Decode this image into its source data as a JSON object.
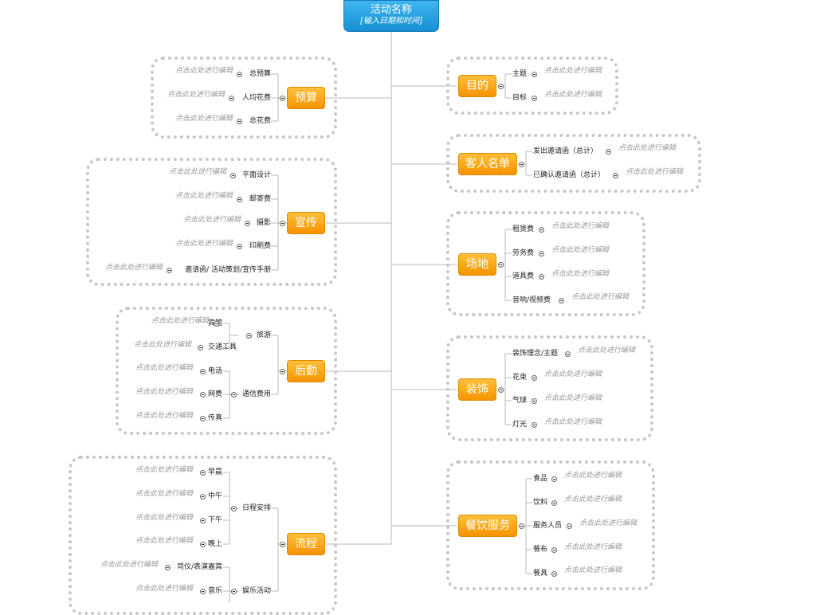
{
  "root": {
    "title": "活动名称",
    "subtitle": "[输入日期和时间]"
  },
  "placeholder": "点击此处进行编辑",
  "branches": {
    "budget": {
      "label": "预算",
      "items": [
        "总预算",
        "人均花费",
        "总花费"
      ]
    },
    "publicity": {
      "label": "宣传",
      "items": [
        "平面设计",
        "邮寄费",
        "摄影",
        "印刷费",
        "邀请函/ 活动策划/宣传手册"
      ]
    },
    "logistics": {
      "label": "后勤",
      "groups": [
        {
          "label": "旅游",
          "items": [
            "宾馆",
            "交通工具"
          ]
        },
        {
          "label": "通信费用",
          "items": [
            "电话",
            "网费",
            "传真"
          ]
        }
      ]
    },
    "process": {
      "label": "流程",
      "groups": [
        {
          "label": "日程安排",
          "items": [
            "早晨",
            "中午",
            "下午",
            "晚上"
          ]
        },
        {
          "label": "娱乐活动",
          "items": [
            "司仪/表演嘉宾",
            "音乐"
          ]
        }
      ]
    },
    "purpose": {
      "label": "目的",
      "items": [
        "主题",
        "目标"
      ]
    },
    "guests": {
      "label": "客人名单",
      "items": [
        "发出邀请函（总计）",
        "已确认邀请函（总计）"
      ]
    },
    "venue": {
      "label": "场地",
      "items": [
        "租赁费",
        "劳务费",
        "道具费",
        "音响/视频费"
      ]
    },
    "decoration": {
      "label": "装饰",
      "items": [
        "装饰理念/主题",
        "花束",
        "气球",
        "灯光"
      ]
    },
    "catering": {
      "label": "餐饮服务",
      "items": [
        "食品",
        "饮料",
        "服务人员",
        "餐布",
        "餐具"
      ]
    }
  }
}
